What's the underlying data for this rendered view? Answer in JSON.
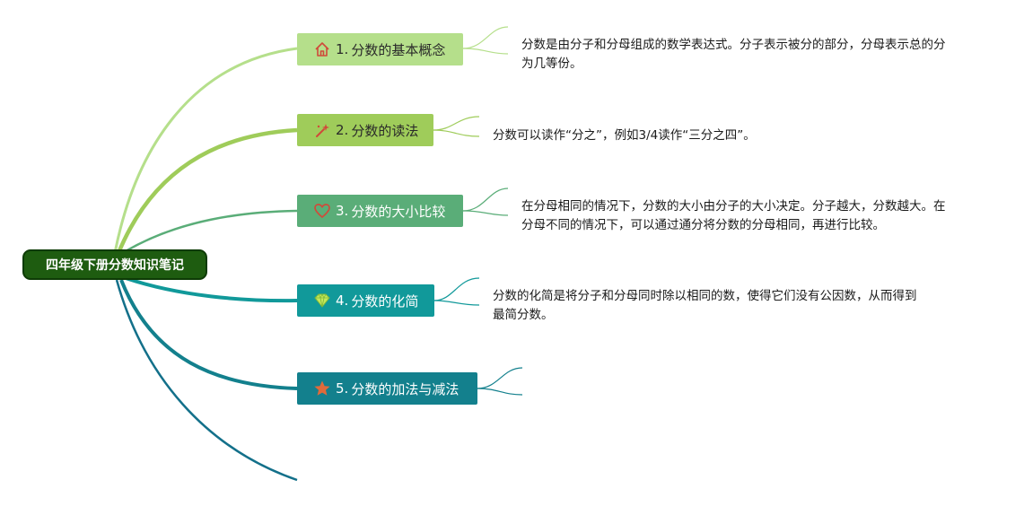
{
  "root": {
    "title": "四年级下册分数知识笔记"
  },
  "colors": {
    "root_bg": "#1e5c10",
    "branch1": "#b5df8b",
    "branch2": "#9fcc5a",
    "branch3": "#5aad78",
    "branch4": "#11999a",
    "branch5": "#13808d",
    "icon_red": "#d04a3a",
    "icon_star": "#e06a3a",
    "icon_gem": "#c5e85a"
  },
  "branches": [
    {
      "number": "1.",
      "title": "分数的基本概念",
      "icon": "home-icon",
      "note": [
        "分数是由分子和分母组成的数学表达式。分子表示被分的部分，分母表示总的分",
        "为几等份。"
      ]
    },
    {
      "number": "2.",
      "title": "分数的读法",
      "icon": "magic-wand-icon",
      "note": [
        "分数可以读作“分之”，例如3/4读作“三分之四”。"
      ]
    },
    {
      "number": "3.",
      "title": "分数的大小比较",
      "icon": "heart-icon",
      "note": [
        "在分母相同的情况下，分数的大小由分子的大小决定。分子越大，分数越大。在",
        "分母不同的情况下，可以通过通分将分数的分母相同，再进行比较。"
      ]
    },
    {
      "number": "4.",
      "title": "分数的化简",
      "icon": "diamond-icon",
      "note": [
        "分数的化简是将分子和分母同时除以相同的数，使得它们没有公因数，从而得到",
        "最简分数。"
      ]
    },
    {
      "number": "5.",
      "title": "分数的加法与减法",
      "icon": "star-icon",
      "note": []
    }
  ]
}
